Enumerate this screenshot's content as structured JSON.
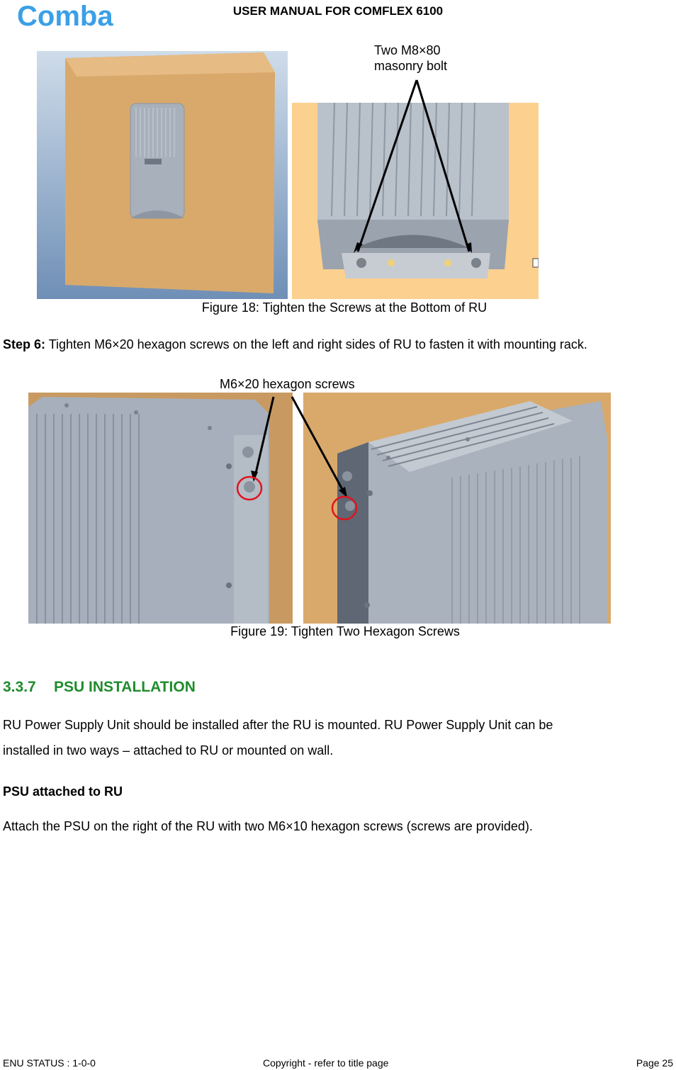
{
  "header": {
    "logo_text": "Comba",
    "title": "USER MANUAL FOR COMFLEX 6100"
  },
  "figure18": {
    "callout": [
      "Two M8×80",
      "masonry bolt"
    ],
    "caption": "Figure 18: Tighten the Screws at the Bottom of RU"
  },
  "step6": {
    "label": "Step 6:",
    "text": " Tighten M6×20 hexagon screws on the left and right sides of RU to fasten it with mounting rack."
  },
  "figure19": {
    "callout": "M6×20 hexagon screws",
    "caption": "Figure 19: Tighten Two Hexagon Screws"
  },
  "section": {
    "number": "3.3.7",
    "title": "PSU INSTALLATION",
    "para1_line1": "RU Power Supply Unit should be installed after the RU is mounted. RU Power Supply Unit can be",
    "para1_line2": "installed in two ways – attached to RU or mounted on wall.",
    "subheading": "PSU attached to RU",
    "para2": "Attach the PSU on the right of the RU with two M6×10 hexagon screws (screws are provided)."
  },
  "footer": {
    "status": "ENU STATUS : 1-0-0",
    "copyright": "Copyright - refer to title page",
    "page": "Page 25"
  },
  "colors": {
    "logo_blue": "#3aa0e6",
    "heading_green": "#1f8c2c",
    "wall_orange": "#d9a96b",
    "device_grey": "#a7b0bb",
    "marker_red": "#e0141e"
  }
}
